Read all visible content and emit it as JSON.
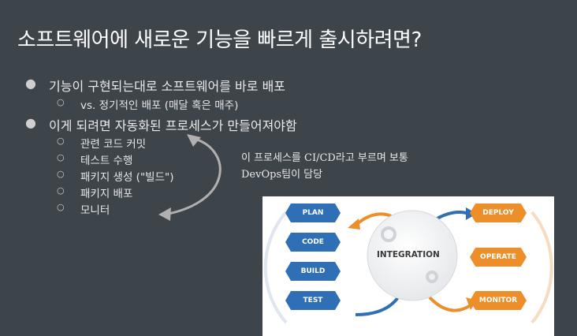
{
  "slide": {
    "title": "소프트웨어에 새로운 기능을 빠르게 출시하려면?",
    "bullets": [
      {
        "text": "기능이 구현되는대로 소프트웨어를 바로 배포",
        "sub": [
          "vs. 정기적인 배포 (매달 혹은 매주)"
        ]
      },
      {
        "text": "이게 되려면 자동화된 프로세스가 만들어져야함",
        "sub": [
          "관련 코드 커밋",
          "테스트 수행",
          "패키지 생성 (\"빌드\")",
          "패키지 배포",
          "모니터"
        ]
      }
    ],
    "note": {
      "line1": "이 프로세스를 CI/CD라고 부르며 보통",
      "line2": "DevOps팀이 담당"
    }
  },
  "diagram": {
    "left_steps": [
      "PLAN",
      "CODE",
      "BUILD",
      "TEST"
    ],
    "right_steps": [
      "DEPLOY",
      "OPERATE",
      "MONITOR"
    ],
    "center_label": "INTEGRATION",
    "colors": {
      "blue": "#2f6fb5",
      "orange": "#ec8f2b"
    }
  },
  "icons": [
    "bullet-dot-icon",
    "hollow-circle-icon",
    "curved-double-arrow-icon",
    "gear-icon"
  ]
}
